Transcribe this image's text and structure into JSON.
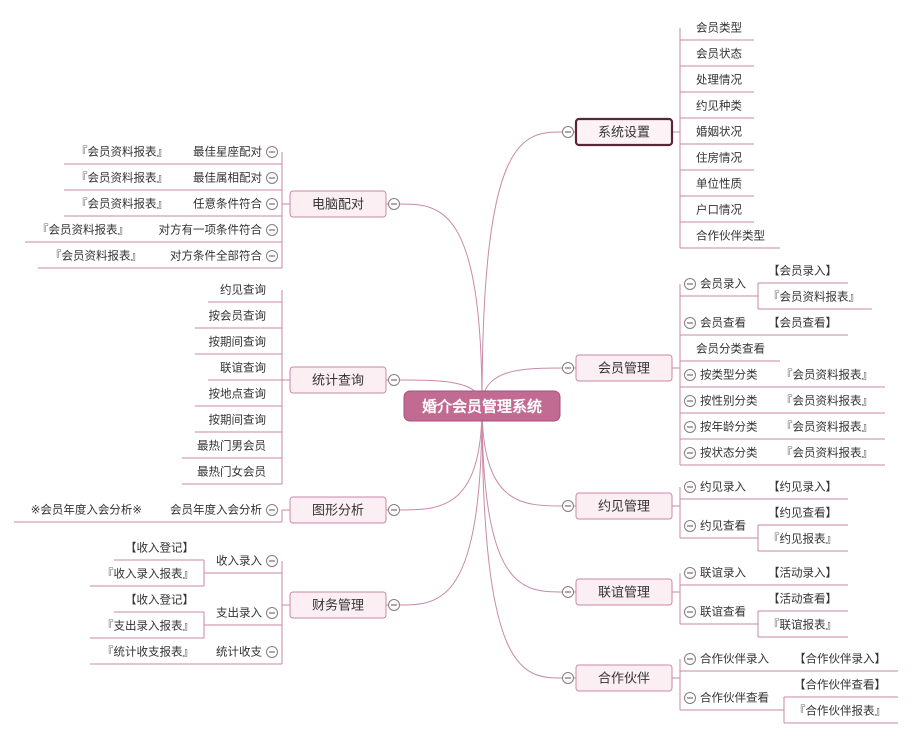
{
  "colors": {
    "line": "#c98aa6",
    "root_fill": "#c16b92",
    "root_text": "#ffffff",
    "branch_fill": "#fbeff4",
    "branch_border": "#c98aa6",
    "selected_border": "#5a2538",
    "text": "#333333"
  },
  "root": {
    "label": "婚介会员管理系统"
  },
  "branches": [
    {
      "id": "system-settings",
      "label": "系统设置",
      "selected": true,
      "children": [
        {
          "label": "会员类型"
        },
        {
          "label": "会员状态"
        },
        {
          "label": "处理情况"
        },
        {
          "label": "约见种类"
        },
        {
          "label": "婚姻状况"
        },
        {
          "label": "住房情况"
        },
        {
          "label": "单位性质"
        },
        {
          "label": "户口情况"
        },
        {
          "label": "合作伙伴类型"
        }
      ]
    },
    {
      "id": "member-management",
      "label": "会员管理",
      "children": [
        {
          "label": "会员录入",
          "leaves": [
            "【会员录入】",
            "『会员资料报表』"
          ]
        },
        {
          "label": "会员查看",
          "leaves": [
            "【会员查看】"
          ]
        },
        {
          "label": "会员分类查看"
        },
        {
          "label": "按类型分类",
          "leaves": [
            "『会员资料报表』"
          ]
        },
        {
          "label": "按性别分类",
          "leaves": [
            "『会员资料报表』"
          ]
        },
        {
          "label": "按年龄分类",
          "leaves": [
            "『会员资料报表』"
          ]
        },
        {
          "label": "按状态分类",
          "leaves": [
            "『会员资料报表』"
          ]
        }
      ]
    },
    {
      "id": "appointment-management",
      "label": "约见管理",
      "children": [
        {
          "label": "约见录入",
          "leaves": [
            "【约见录入】"
          ]
        },
        {
          "label": "约见查看",
          "leaves": [
            "【约见查看】",
            "『约见报表』"
          ]
        }
      ]
    },
    {
      "id": "social-management",
      "label": "联谊管理",
      "children": [
        {
          "label": "联谊录入",
          "leaves": [
            "【活动录入】"
          ]
        },
        {
          "label": "联谊查看",
          "leaves": [
            "【活动查看】",
            "『联谊报表』"
          ]
        }
      ]
    },
    {
      "id": "partners",
      "label": "合作伙伴",
      "children": [
        {
          "label": "合作伙伴录入",
          "leaves": [
            "【合作伙伴录入】"
          ]
        },
        {
          "label": "合作伙伴查看",
          "leaves": [
            "【合作伙伴查看】",
            "『合作伙伴报表』"
          ]
        }
      ]
    },
    {
      "id": "computer-matching",
      "label": "电脑配对",
      "children": [
        {
          "label": "最佳星座配对",
          "leaves": [
            "『会员资料报表』"
          ]
        },
        {
          "label": "最佳属相配对",
          "leaves": [
            "『会员资料报表』"
          ]
        },
        {
          "label": "任意条件符合",
          "leaves": [
            "『会员资料报表』"
          ]
        },
        {
          "label": "对方有一项条件符合",
          "leaves": [
            "『会员资料报表』"
          ]
        },
        {
          "label": "对方条件全部符合",
          "leaves": [
            "『会员资料报表』"
          ]
        }
      ]
    },
    {
      "id": "statistics-query",
      "label": "统计查询",
      "children": [
        {
          "label": "约见查询"
        },
        {
          "label": "按会员查询"
        },
        {
          "label": "按期间查询"
        },
        {
          "label": "联谊查询"
        },
        {
          "label": "按地点查询"
        },
        {
          "label": "按期间查询"
        },
        {
          "label": "最热门男会员"
        },
        {
          "label": "最热门女会员"
        }
      ]
    },
    {
      "id": "graph-analysis",
      "label": "图形分析",
      "children": [
        {
          "label": "会员年度入会分析",
          "leaves": [
            "※会员年度入会分析※"
          ]
        }
      ]
    },
    {
      "id": "finance-management",
      "label": "财务管理",
      "children": [
        {
          "label": "收入录入",
          "leaves": [
            "【收入登记】",
            "『收入录入报表』"
          ]
        },
        {
          "label": "支出录入",
          "leaves": [
            "【收入登记】",
            "『支出录入报表』"
          ]
        },
        {
          "label": "统计收支",
          "leaves": [
            "『统计收支报表』"
          ]
        }
      ]
    }
  ]
}
